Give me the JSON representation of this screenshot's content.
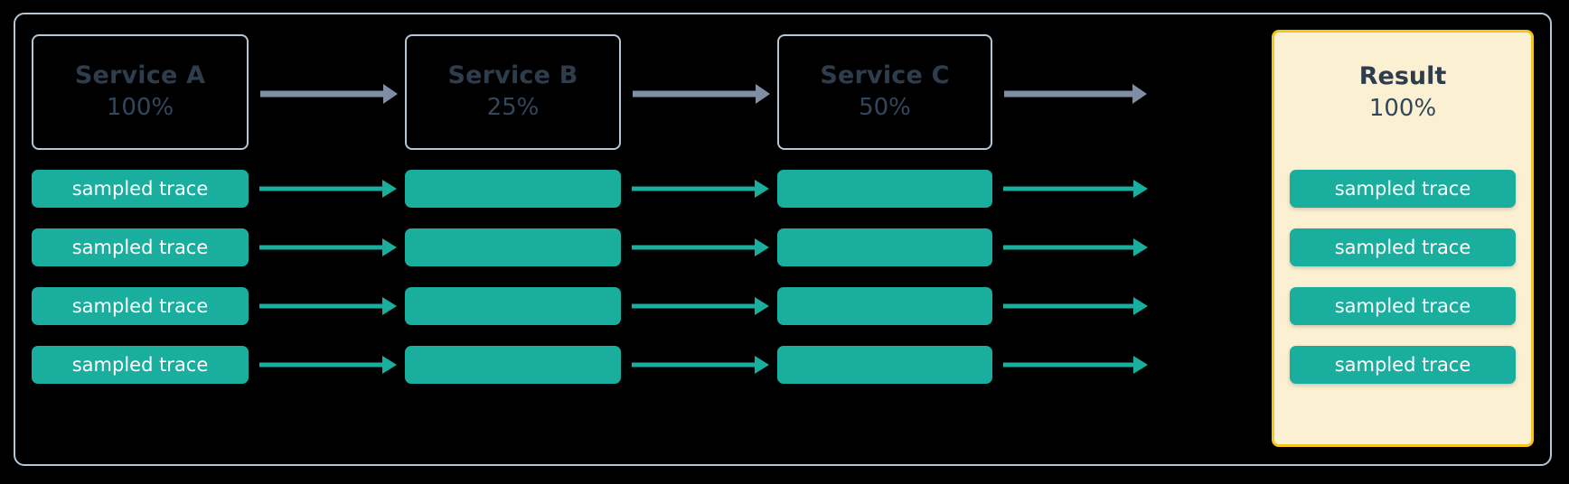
{
  "diagram": {
    "title": "tail-sampling-pipeline",
    "colors": {
      "frame_border": "#b7c6d4",
      "service_border": "#b7c6d4",
      "service_title": "#2e3d4d",
      "trace_bar": "#1aae9f",
      "trace_label": "#ffffff",
      "result_background": "#fbf0d2",
      "result_border": "#f5c518",
      "gray_arrow": "#7e8fa3",
      "green_arrow": "#1aae9f",
      "canvas": "#000000"
    }
  },
  "services": [
    {
      "id": "service-a",
      "name": "Service A",
      "percent": "100%"
    },
    {
      "id": "service-b",
      "name": "Service B",
      "percent": "25%"
    },
    {
      "id": "service-c",
      "name": "Service C",
      "percent": "50%"
    }
  ],
  "result": {
    "name": "Result",
    "percent": "100%"
  },
  "trace_label": "sampled trace",
  "rows": [
    {
      "index": 1,
      "cells": [
        {
          "column": "service-a",
          "label": "sampled trace"
        },
        {
          "column": "service-b",
          "label": ""
        },
        {
          "column": "service-c",
          "label": ""
        },
        {
          "column": "result",
          "label": "sampled trace"
        }
      ]
    },
    {
      "index": 2,
      "cells": [
        {
          "column": "service-a",
          "label": "sampled trace"
        },
        {
          "column": "service-b",
          "label": ""
        },
        {
          "column": "service-c",
          "label": ""
        },
        {
          "column": "result",
          "label": "sampled trace"
        }
      ]
    },
    {
      "index": 3,
      "cells": [
        {
          "column": "service-a",
          "label": "sampled trace"
        },
        {
          "column": "service-b",
          "label": ""
        },
        {
          "column": "service-c",
          "label": ""
        },
        {
          "column": "result",
          "label": "sampled trace"
        }
      ]
    },
    {
      "index": 4,
      "cells": [
        {
          "column": "service-a",
          "label": "sampled trace"
        },
        {
          "column": "service-b",
          "label": ""
        },
        {
          "column": "service-c",
          "label": ""
        },
        {
          "column": "result",
          "label": "sampled trace"
        }
      ]
    }
  ],
  "arrows": {
    "header_count": 3,
    "row_arrow_count_per_row": 3,
    "direction": "left-to-right"
  }
}
